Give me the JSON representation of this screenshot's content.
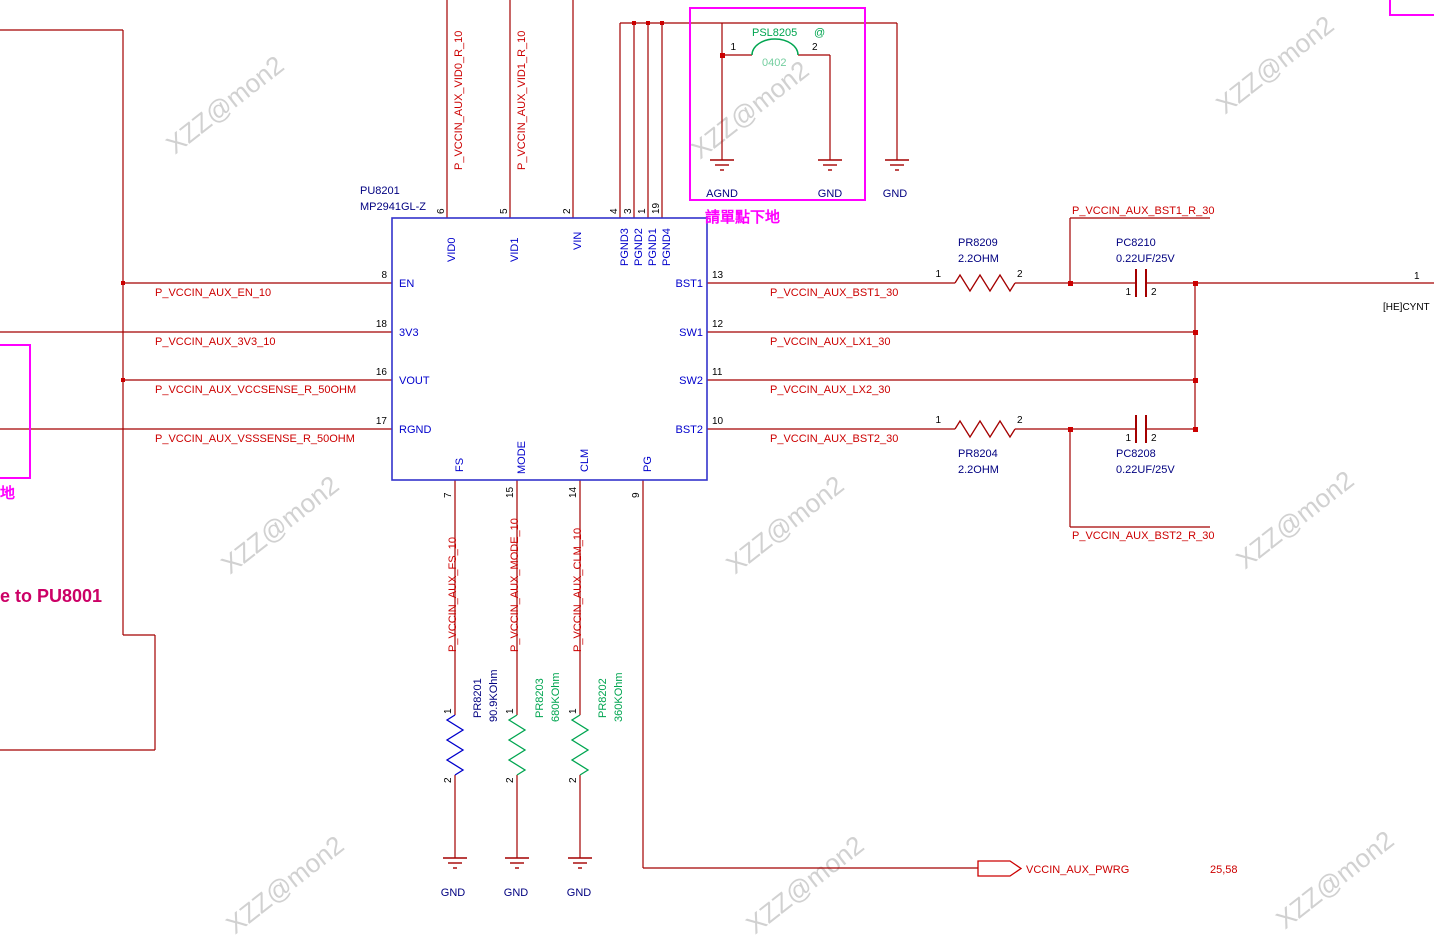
{
  "watermark": {
    "text": "XZZ@mon2"
  },
  "ic": {
    "ref": "PU8201",
    "part": "MP2941GL-Z",
    "pins_left": [
      {
        "num": "8",
        "name": "EN"
      },
      {
        "num": "18",
        "name": "3V3"
      },
      {
        "num": "16",
        "name": "VOUT"
      },
      {
        "num": "17",
        "name": "RGND"
      }
    ],
    "pins_right": [
      {
        "num": "13",
        "name": "BST1"
      },
      {
        "num": "12",
        "name": "SW1"
      },
      {
        "num": "11",
        "name": "SW2"
      },
      {
        "num": "10",
        "name": "BST2"
      }
    ],
    "pins_top": [
      {
        "num": "6",
        "name": "VID0"
      },
      {
        "num": "5",
        "name": "VID1"
      },
      {
        "num": "2",
        "name": "VIN"
      },
      {
        "num": "4",
        "name": "PGND3"
      },
      {
        "num": "3",
        "name": "PGND2"
      },
      {
        "num": "1",
        "name": "PGND1"
      },
      {
        "num": "19",
        "name": "PGND4"
      }
    ],
    "pins_bottom": [
      {
        "num": "7",
        "name": "FS"
      },
      {
        "num": "15",
        "name": "MODE"
      },
      {
        "num": "14",
        "name": "CLM"
      },
      {
        "num": "9",
        "name": "PG"
      }
    ]
  },
  "nets": {
    "en": "P_VCCIN_AUX_EN_10",
    "v3": "P_VCCIN_AUX_3V3_10",
    "vccsense": "P_VCCIN_AUX_VCCSENSE_R_50OHM",
    "vsssense": "P_VCCIN_AUX_VSSSENSE_R_50OHM",
    "bst1": "P_VCCIN_AUX_BST1_30",
    "lx1": "P_VCCIN_AUX_LX1_30",
    "lx2": "P_VCCIN_AUX_LX2_30",
    "bst2": "P_VCCIN_AUX_BST2_30",
    "bst1r": "P_VCCIN_AUX_BST1_R_30",
    "bst2r": "P_VCCIN_AUX_BST2_R_30",
    "vid0": "P_VCCIN_AUX_VID0_R_10",
    "vid1": "P_VCCIN_AUX_VID1_R_10",
    "fs": "P_VCCIN_AUX_FS_10",
    "mode": "P_VCCIN_AUX_MODE_10",
    "clm": "P_VCCIN_AUX_CLM_10"
  },
  "components": {
    "pr8209": {
      "ref": "PR8209",
      "value": "2.2OHM",
      "pin1": "1",
      "pin2": "2"
    },
    "pc8210": {
      "ref": "PC8210",
      "value": "0.22UF/25V",
      "pin1": "1",
      "pin2": "2"
    },
    "pr8204": {
      "ref": "PR8204",
      "value": "2.2OHM",
      "pin1": "1",
      "pin2": "2"
    },
    "pc8208": {
      "ref": "PC8208",
      "value": "0.22UF/25V",
      "pin1": "1",
      "pin2": "2"
    },
    "psl8205": {
      "ref": "PSL8205",
      "suffix": "@",
      "footprint": "0402",
      "pin1": "1",
      "pin2": "2"
    },
    "pr8201": {
      "ref": "PR8201",
      "value": "90.9KOhm",
      "pin1": "1",
      "pin2": "2"
    },
    "pr8203": {
      "ref": "PR8203",
      "value": "680KOhm",
      "pin1": "1",
      "pin2": "2"
    },
    "pr8202": {
      "ref": "PR8202",
      "value": "360KOhm",
      "pin1": "1",
      "pin2": "2"
    }
  },
  "grounds": {
    "agnd": "AGND",
    "gnd": "GND"
  },
  "port": {
    "label": "VCCIN_AUX_PWRG",
    "pages": "25,58"
  },
  "right_edge": {
    "pin": "1",
    "net": "[HE]CYNT"
  },
  "notes": {
    "ground_note": "請單點下地",
    "close_note": "e to PU8001",
    "left_fragment": "地"
  },
  "colors": {
    "wire": "#a40000",
    "net_label": "#cc0000",
    "ic_outline": "#3333cc",
    "pin_name": "#0000cc",
    "component_ref": "#000080",
    "green": "#00a550",
    "magenta": "#ff00ff",
    "note_pink": "#cc0066",
    "watermark": "#c9c9c9"
  }
}
